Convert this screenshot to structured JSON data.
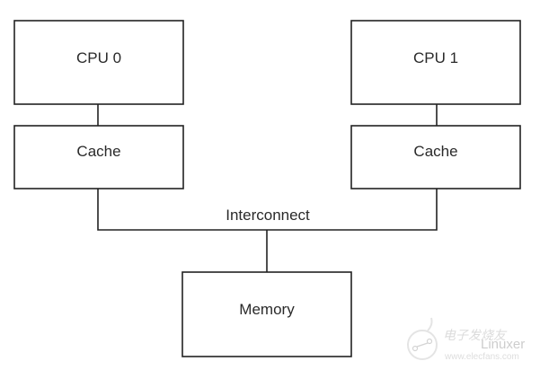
{
  "diagram": {
    "nodes": {
      "cpu0": "CPU 0",
      "cpu1": "CPU 1",
      "cache0": "Cache",
      "cache1": "Cache",
      "memory": "Memory"
    },
    "bus_label": "Interconnect",
    "edges": [
      {
        "from": "cpu0",
        "to": "cache0"
      },
      {
        "from": "cpu1",
        "to": "cache1"
      },
      {
        "from": "cache0",
        "to": "interconnect"
      },
      {
        "from": "cache1",
        "to": "interconnect"
      },
      {
        "from": "interconnect",
        "to": "memory"
      }
    ]
  },
  "watermark": {
    "chinese": "电子发烧友",
    "brand": "Linuxer",
    "url": "www.elecfans.com"
  },
  "colors": {
    "line": "#222222",
    "text": "#2a2a2a",
    "background": "#ffffff"
  }
}
